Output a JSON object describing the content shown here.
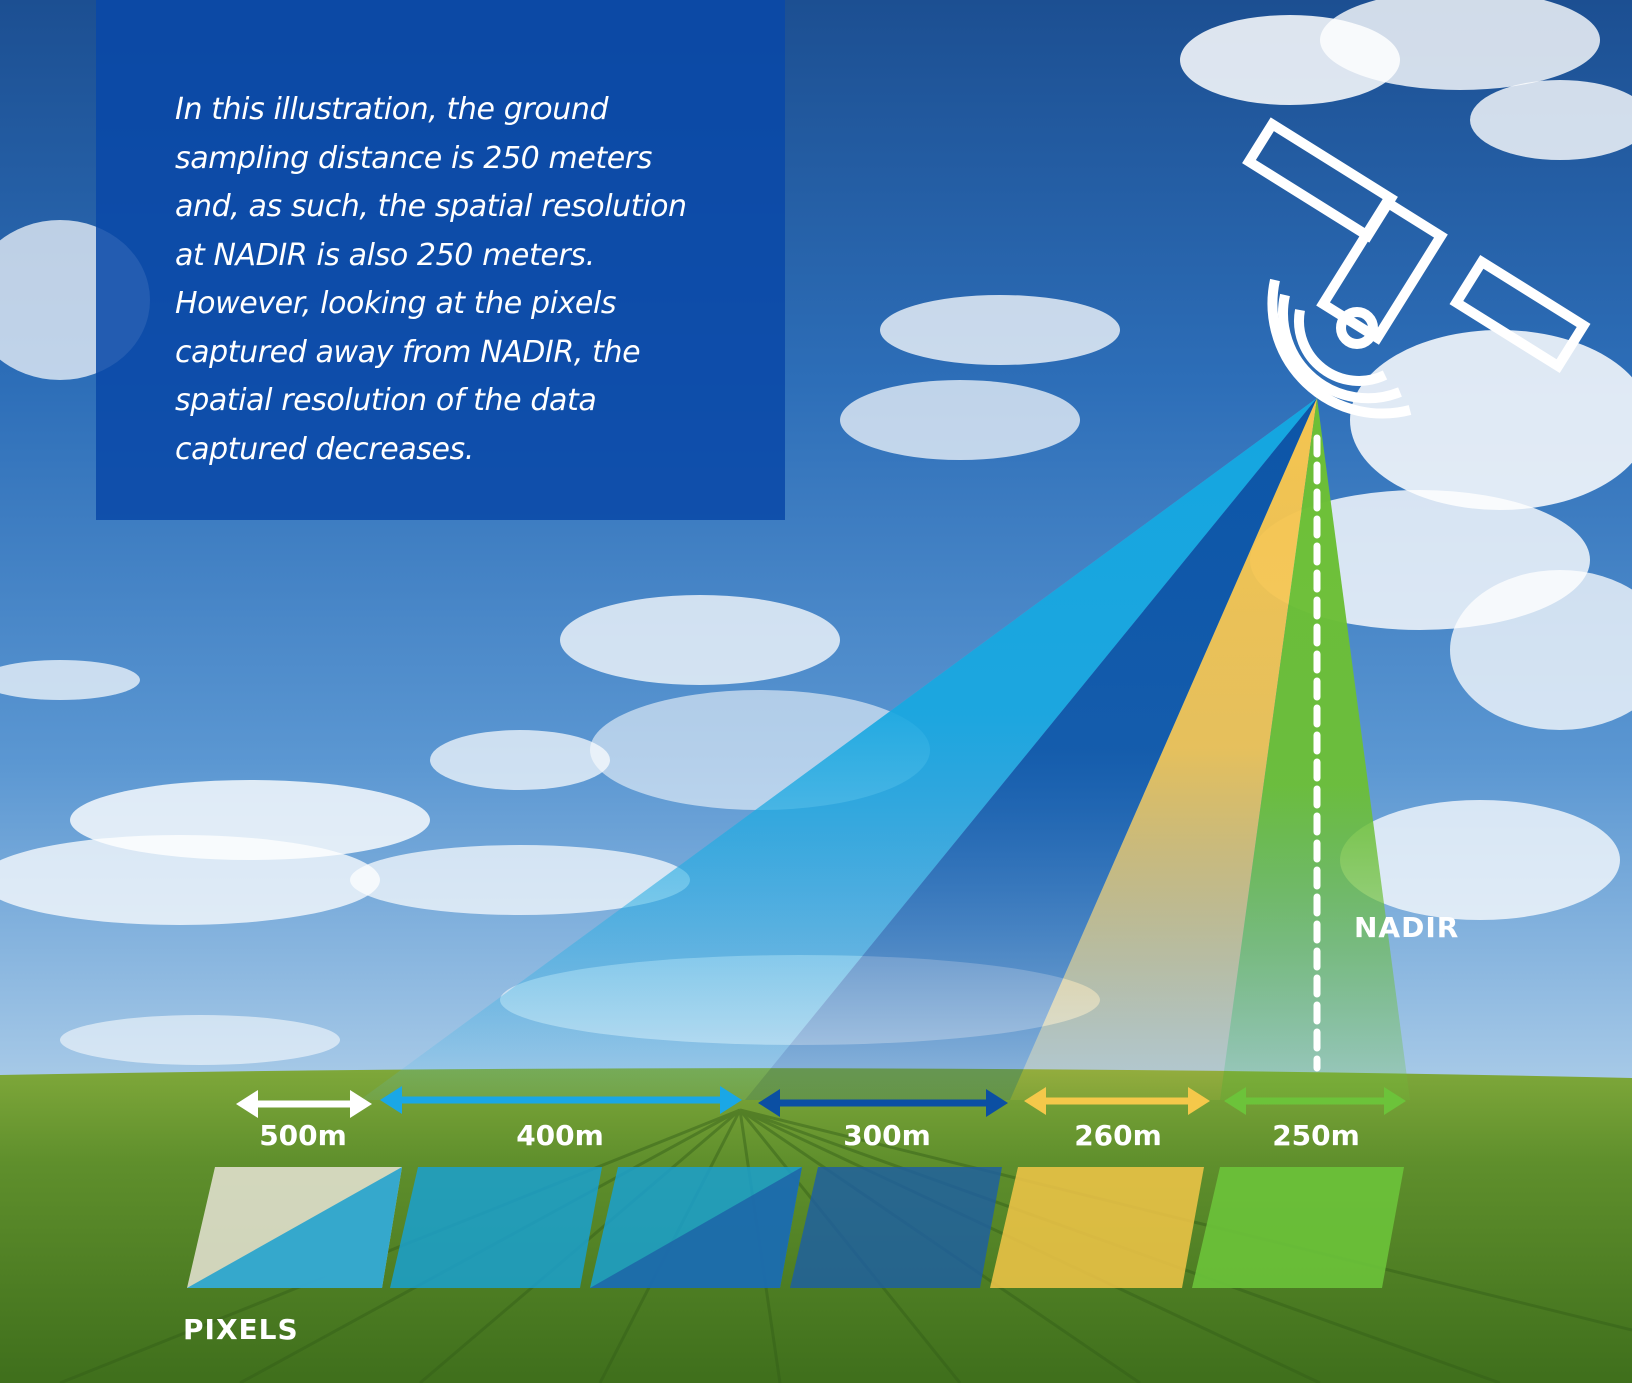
{
  "description_text": "In this illustration, the ground\nsampling distance is 250 meters\nand, as such, the spatial resolution\nat NADIR is also 250 meters.\nHowever, looking at the pixels\ncaptured away from NADIR, the\nspatial resolution of the data\ncaptured decreases.",
  "nadir_label": "NADIR",
  "pixels_label": "PIXELS",
  "distances": [
    {
      "label": "500m",
      "color": "#ffffff"
    },
    {
      "label": "400m",
      "color": "#1aa7e6"
    },
    {
      "label": "300m",
      "color": "#0b4fa3"
    },
    {
      "label": "260m",
      "color": "#f5c84a"
    },
    {
      "label": "250m",
      "color": "#6cc33a"
    }
  ],
  "colors": {
    "box_bg": "#0a48a8",
    "beam_cyan": "#14a6e0",
    "beam_blue": "#0d56a8",
    "beam_yellow": "#f5c550",
    "beam_green": "#6cbf36"
  },
  "icons": {
    "satellite": "satellite-icon"
  }
}
